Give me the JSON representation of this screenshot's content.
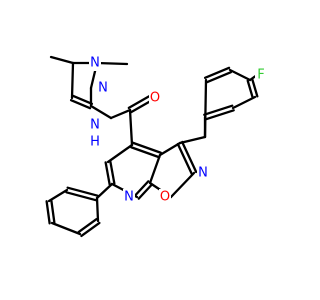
{
  "molecule": {
    "atoms": [
      {
        "id": "N_pz1",
        "label": "N",
        "color": "#0000FF"
      },
      {
        "id": "N_pz2",
        "label": "N",
        "color": "#0000FF"
      },
      {
        "id": "N_amide",
        "label": "N",
        "color": "#0000FF"
      },
      {
        "id": "H_amide",
        "label": "H",
        "color": "#0000FF"
      },
      {
        "id": "O_carbonyl",
        "label": "O",
        "color": "#FF0000"
      },
      {
        "id": "F",
        "label": "F",
        "color": "#33CC33"
      },
      {
        "id": "N_isox",
        "label": "N",
        "color": "#0000FF"
      },
      {
        "id": "O_isox",
        "label": "O",
        "color": "#FF0000"
      },
      {
        "id": "N_pyr",
        "label": "N",
        "color": "#0000FF"
      }
    ],
    "bond_color": "#000000"
  }
}
